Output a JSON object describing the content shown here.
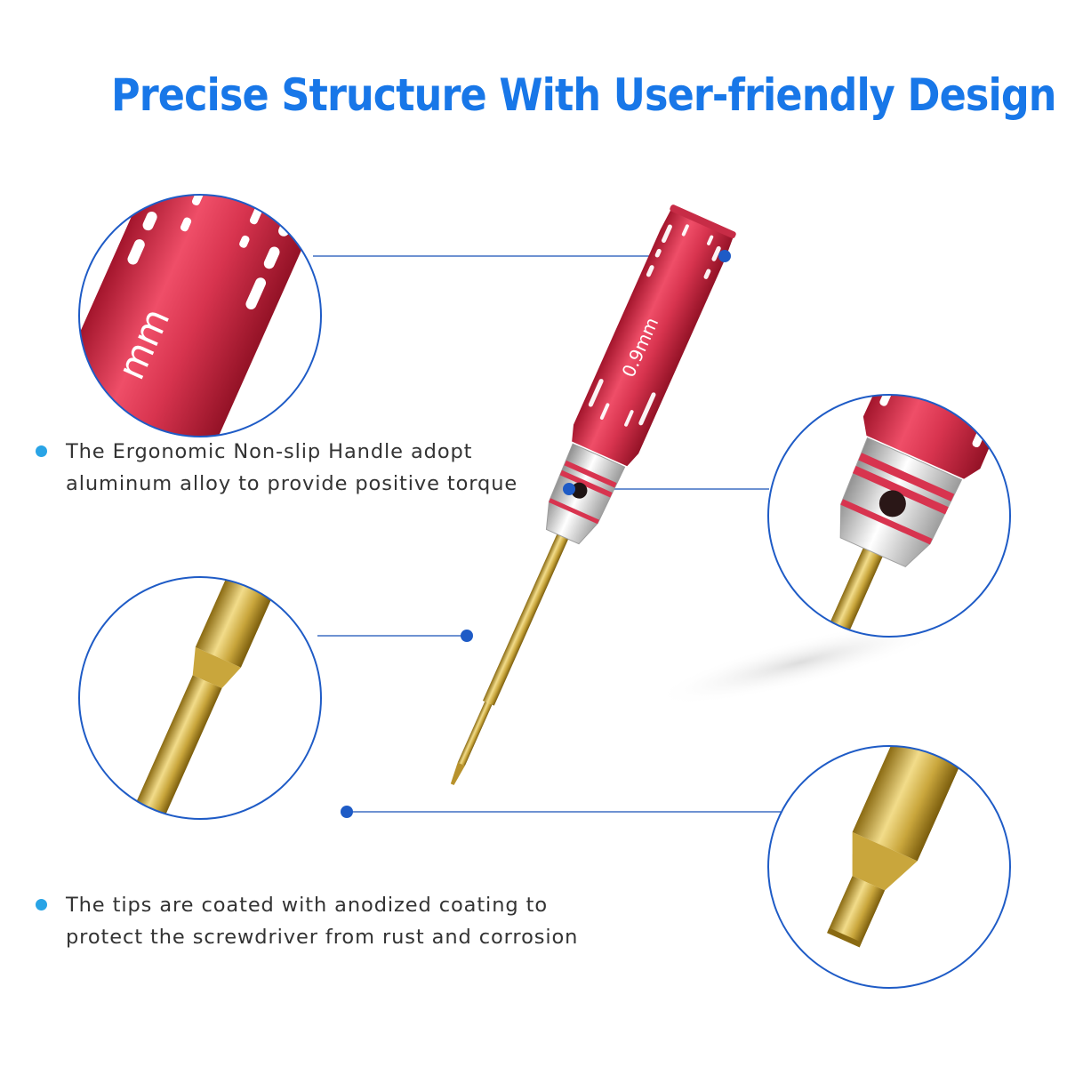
{
  "headline": "Precise Structure With User-friendly Design",
  "features": [
    {
      "line1": "The Ergonomic Non-slip Handle adopt",
      "line2": "aluminum alloy to provide positive torque"
    },
    {
      "line1": "The tips are coated with anodized coating to",
      "line2": "protect the screwdriver from rust and corrosion"
    }
  ],
  "handle_marking": "0.9mm",
  "zoom_handle_marking": "mm",
  "colors": {
    "headline": "#1877e8",
    "bullet_dot": "#29a4e6",
    "callout_line": "#3f6fc4",
    "callout_dot": "#1e5bc6",
    "handle_red": "#d8344f",
    "shaft_gold": "#c9a63c"
  }
}
